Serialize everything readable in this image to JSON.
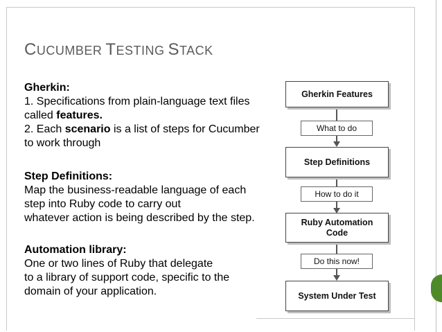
{
  "slide": {
    "title_first_letter": "C",
    "title_rest": "UCUMBER",
    "title_second_letter": "T",
    "title_second_rest": "ESTING",
    "title_third_letter": "S",
    "title_third_rest": "TACK"
  },
  "gherkin": {
    "heading": "Gherkin:",
    "line1": "1. Specifications from plain-language text files",
    "line2_pre": "called ",
    "line2_bold": "features.",
    "line3_pre": "2. Each ",
    "line3_bold": "scenario",
    "line3_post": " is a list of steps for Cucumber",
    "line4": "to work through"
  },
  "step_definitions": {
    "heading": "Step Definitions:",
    "line1": "Map the business-readable language of each",
    "line2": "step into Ruby code to carry out",
    "line3": "whatever action is being described by the step."
  },
  "automation_library": {
    "heading": "Automation library:",
    "line1": "One or two lines of Ruby that delegate",
    "line2": "to a library of support code, specific to the",
    "line3": "domain of your application."
  },
  "diagram": {
    "box1": "Gherkin Features",
    "label1": "What to do",
    "box2": "Step Definitions",
    "label2": "How to do it",
    "box3_line1": "Ruby Automation",
    "box3_line2": "Code",
    "label3": "Do this now!",
    "box4": "System Under Test"
  },
  "colors": {
    "title": "#5b5b5b",
    "accent_tab": "#4e8a29"
  }
}
